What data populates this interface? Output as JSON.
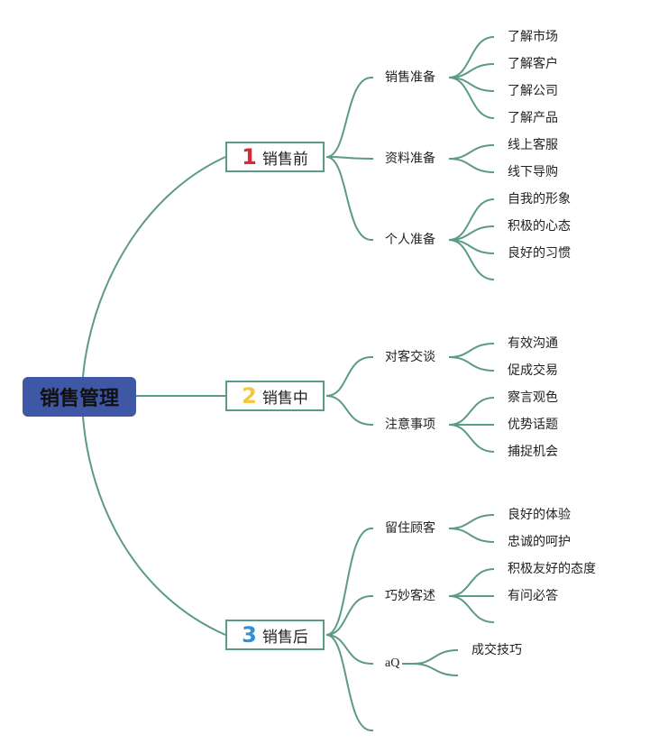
{
  "colors": {
    "line": "#5b9a86",
    "root_bg": "#3f58a6",
    "num1": "#d9283a",
    "num2": "#f2c744",
    "num3": "#2f8fd8"
  },
  "root": {
    "label": "销售管理"
  },
  "branches": [
    {
      "num": "1",
      "label": "销售前",
      "subs": [
        {
          "label": "销售准备",
          "leaves": [
            "了解市场",
            "了解客户",
            "了解公司",
            "了解产品"
          ]
        },
        {
          "label": "资料准备",
          "leaves": [
            "线上客服",
            "线下导购"
          ]
        },
        {
          "label": "个人准备",
          "leaves": [
            "自我的形象",
            "积极的心态",
            "良好的习惯",
            ""
          ]
        }
      ]
    },
    {
      "num": "2",
      "label": "销售中",
      "subs": [
        {
          "label": "对客交谈",
          "leaves": [
            "有效沟通",
            "促成交易"
          ]
        },
        {
          "label": "注意事项",
          "leaves": [
            "察言观色",
            "优势话题",
            "捕捉机会"
          ]
        }
      ]
    },
    {
      "num": "3",
      "label": "销售后",
      "subs": [
        {
          "label": "留住顾客",
          "leaves": [
            "良好的体验",
            "忠诚的呵护"
          ]
        },
        {
          "label": "巧妙客述",
          "leaves": [
            "积极友好的态度",
            "有问必答",
            ""
          ]
        },
        {
          "label": "aQ",
          "leaves": [
            "成交技巧",
            ""
          ]
        },
        {
          "label": "",
          "leaves": []
        }
      ]
    }
  ]
}
